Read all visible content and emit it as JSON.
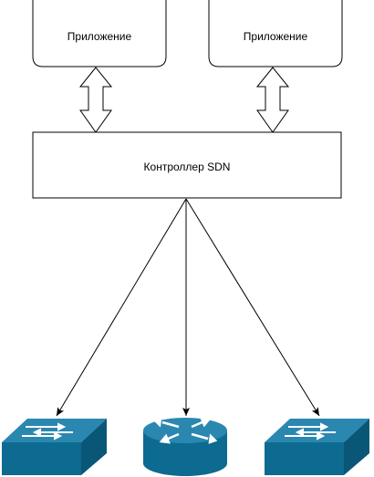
{
  "nodes": {
    "app_left": {
      "label": "Приложение"
    },
    "app_right": {
      "label": "Приложение"
    },
    "controller": {
      "label": "Контроллер SDN"
    }
  },
  "devices": [
    {
      "type": "switch-icon"
    },
    {
      "type": "router-icon"
    },
    {
      "type": "switch-icon"
    }
  ],
  "colors": {
    "device": "#0d6a91",
    "device_dark": "#0a5677",
    "stroke": "#000000"
  }
}
